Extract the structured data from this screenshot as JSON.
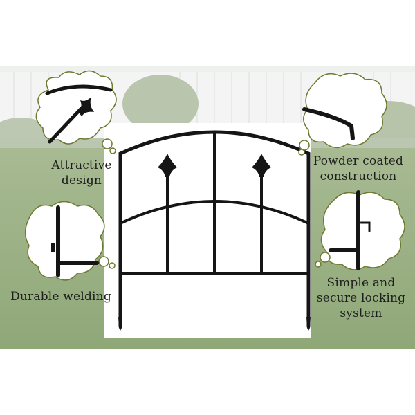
{
  "features": {
    "attractive_design": {
      "line1": "Attractive",
      "line2": "design"
    },
    "powder_coated": {
      "line1": "Powder coated",
      "line2": "construction"
    },
    "durable_welding": {
      "line1": "Durable welding"
    },
    "locking_system": {
      "line1": "Simple and",
      "line2": "secure locking",
      "line3": "system"
    }
  },
  "colors": {
    "fence": "#151515",
    "bubble_outline": "#6b7a2e",
    "lawn": "#7f9b62",
    "sky": "#eef0ee",
    "text": "#1e1e1e"
  }
}
